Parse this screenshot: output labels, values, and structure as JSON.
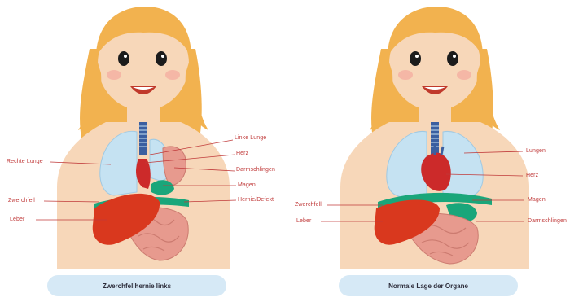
{
  "left_panel": {
    "caption": "Zwerchfellhernie links",
    "labels": {
      "left_lung": "Linke Lunge",
      "heart": "Herz",
      "intestines": "Darmschlingen",
      "stomach": "Magen",
      "hernia": "Hernie/Defekt",
      "right_lung": "Rechte Lunge",
      "diaphragm": "Zwerchfell",
      "liver": "Leber"
    }
  },
  "right_panel": {
    "caption": "Normale Lage der Organe",
    "labels": {
      "lungs": "Lungen",
      "heart": "Herz",
      "stomach": "Magen",
      "intestines": "Darmschlingen",
      "diaphragm": "Zwerchfell",
      "liver": "Leber"
    }
  },
  "colors": {
    "skin": "#f7d7b9",
    "hair": "#f2b24f",
    "lung": "#c5e2f2",
    "liver": "#d9381e",
    "diaphragm": "#1aa67a",
    "intestine": "#e79a8e",
    "heart": "#cc2a2a",
    "label_text": "#c03a3a",
    "caption_bg": "#d6e9f6"
  }
}
